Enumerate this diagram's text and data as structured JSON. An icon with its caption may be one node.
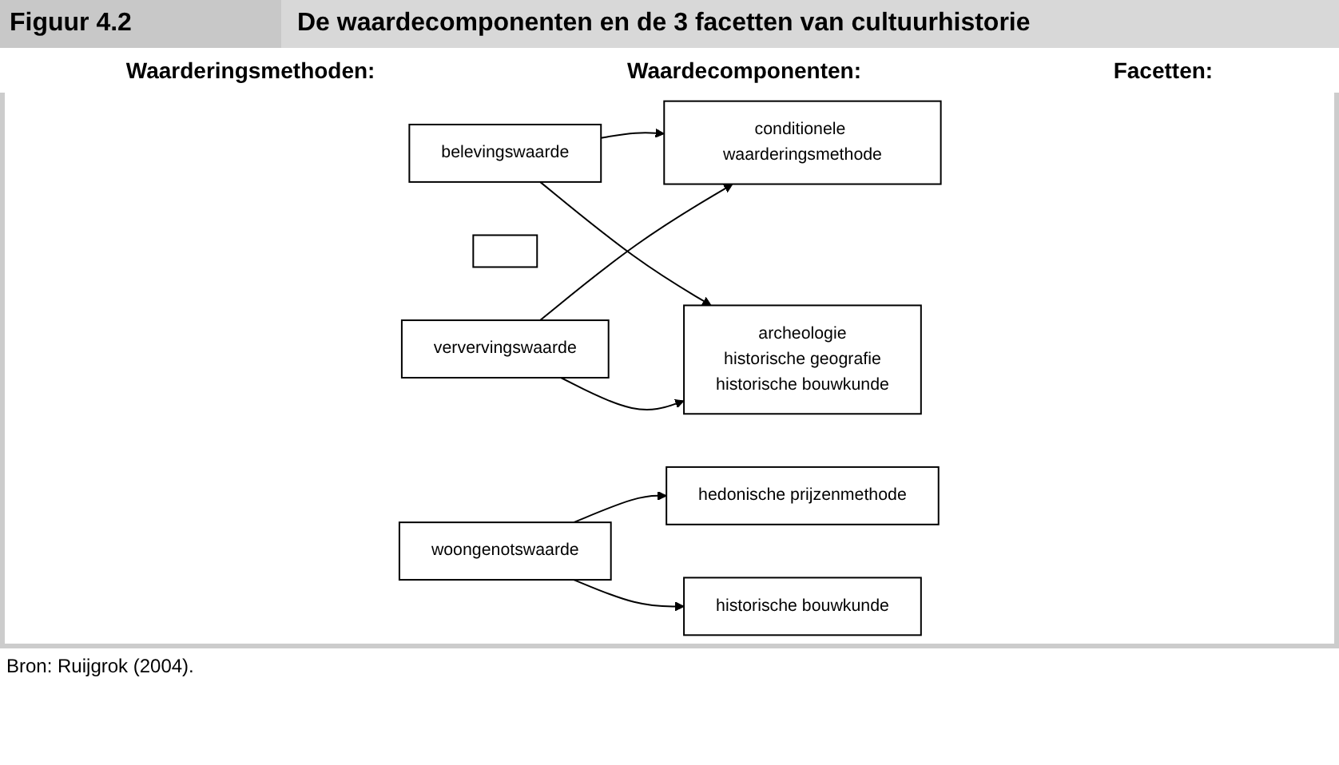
{
  "diagram": {
    "title": "De waardecomponenten en de 3 facetten van cultuurhistorie",
    "caption": "Bron: Ruijgrok (2004).",
    "nodes": [
      {
        "text": [
          "conditionele waarderingsmethode"
        ]
      },
      {
        "text": [
          "belevingswaarde"
        ]
      },
      {
        "text": [],
        "shape": "box"
      },
      {
        "text": [
          "ververvingswaarde"
        ]
      },
      {
        "text": [
          "archeologie",
          "historische geografie",
          "historische bouwkunde"
        ]
      },
      {
        "text": [
          "hedonische prijzenmethode"
        ]
      },
      {
        "text": [
          "woongenotswaarde"
        ]
      },
      {
        "text": [
          "historische bouwkunde"
        ]
      }
    ],
    "edges": [
      {
        "from": 1,
        "to": 0,
        "arrow": "to"
      },
      {
        "from": 3,
        "to": 0,
        "arrow": "to"
      },
      {
        "from": 1,
        "to": 4,
        "arrow": "to"
      },
      {
        "from": 3,
        "to": 4,
        "arrow": "to"
      },
      {
        "from": 6,
        "to": 5,
        "arrow": "to"
      },
      {
        "from": 6,
        "to": 7,
        "arrow": "to"
      }
    ],
    "labels": [
      "Figuur 4.2",
      "Waarderingsmethoden:",
      "Waardecomponenten:",
      "Facetten:"
    ]
  }
}
